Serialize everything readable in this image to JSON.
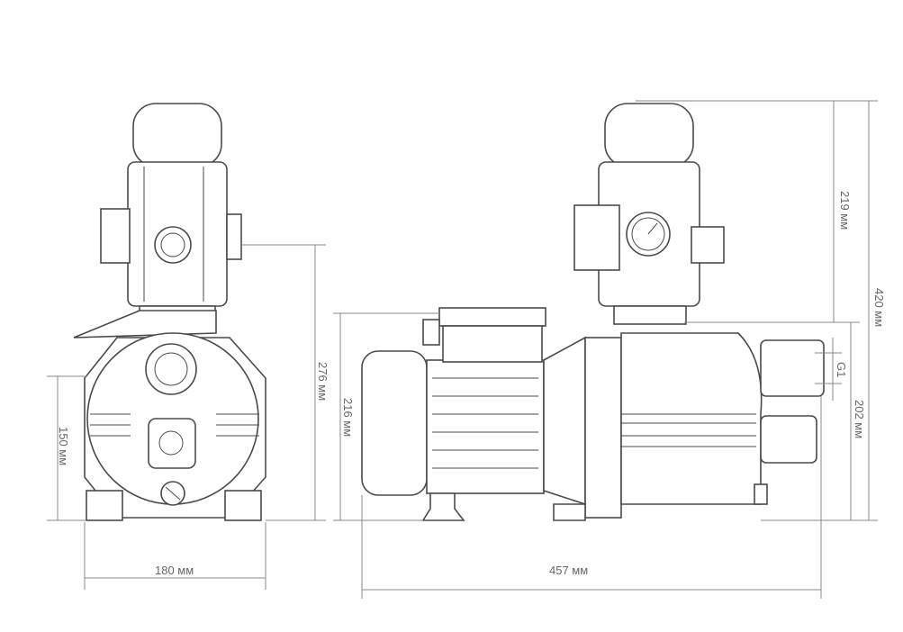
{
  "dimensions": {
    "front_width": "180 мм",
    "front_base_height": "150 мм",
    "front_total_height": "276 мм",
    "side_motor_height": "216 мм",
    "side_length": "457 мм",
    "switch_height": "219 мм",
    "total_height": "420 мм",
    "body_height": "202 мм",
    "thread": "G1"
  },
  "colors": {
    "line": "#4a4a4a",
    "dimension": "#8a8a8a"
  }
}
